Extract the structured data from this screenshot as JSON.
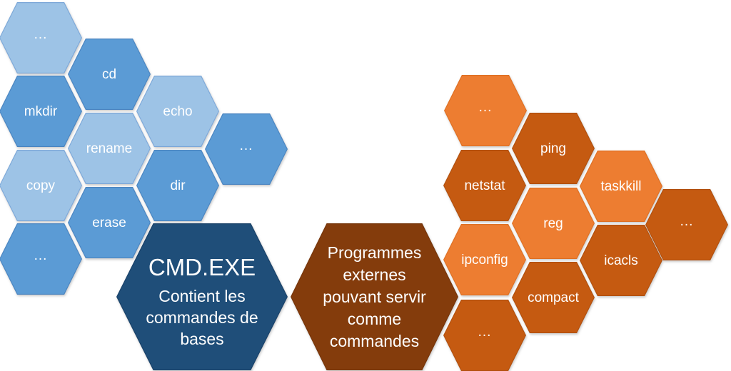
{
  "colors": {
    "blue_light": "#9DC3E6",
    "blue_medium": "#5B9BD5",
    "blue_dark": "#1F4E79",
    "orange_light": "#ED7D31",
    "orange_dark": "#C55A11",
    "brown_dark": "#843C0C",
    "text": "#FFFFFF"
  },
  "cmd_cluster": {
    "items": [
      {
        "label": "...",
        "tone": "light"
      },
      {
        "label": "cd",
        "tone": "medium"
      },
      {
        "label": "mkdir",
        "tone": "medium"
      },
      {
        "label": "echo",
        "tone": "light"
      },
      {
        "label": "rename",
        "tone": "light"
      },
      {
        "label": "...",
        "tone": "medium"
      },
      {
        "label": "copy",
        "tone": "light"
      },
      {
        "label": "dir",
        "tone": "medium"
      },
      {
        "label": "erase",
        "tone": "medium"
      },
      {
        "label": "...",
        "tone": "medium"
      }
    ]
  },
  "cmd_hex": {
    "title": "CMD.EXE",
    "lines": [
      "Contient les",
      "commandes de",
      "bases"
    ]
  },
  "external_hex": {
    "lines": [
      "Programmes",
      "externes",
      "pouvant servir",
      "comme",
      "commandes"
    ]
  },
  "external_cluster": {
    "items": [
      {
        "label": "...",
        "tone": "light"
      },
      {
        "label": "ping",
        "tone": "dark"
      },
      {
        "label": "netstat",
        "tone": "dark"
      },
      {
        "label": "taskkill",
        "tone": "light"
      },
      {
        "label": "reg",
        "tone": "light"
      },
      {
        "label": "...",
        "tone": "dark"
      },
      {
        "label": "ipconfig",
        "tone": "light"
      },
      {
        "label": "icacls",
        "tone": "dark"
      },
      {
        "label": "compact",
        "tone": "dark"
      },
      {
        "label": "...",
        "tone": "dark"
      }
    ]
  }
}
